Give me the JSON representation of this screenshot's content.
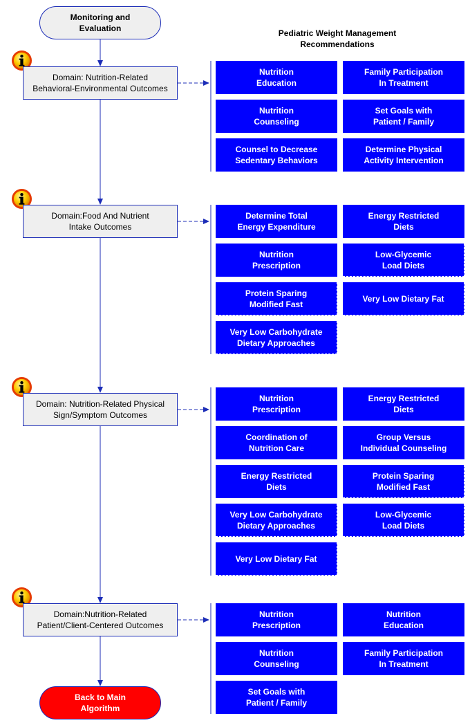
{
  "start_node": "Monitoring and\nEvaluation",
  "header": "Pediatric Weight Management\nRecommendations",
  "domains": [
    {
      "label": "Domain: Nutrition-Related\nBehavioral-Environmental Outcomes",
      "recommendations": [
        {
          "label": "Nutrition\nEducation",
          "dashed": false
        },
        {
          "label": "Family Participation\nIn Treatment",
          "dashed": false
        },
        {
          "label": "Nutrition\nCounseling",
          "dashed": false
        },
        {
          "label": "Set Goals with\nPatient / Family",
          "dashed": false
        },
        {
          "label": "Counsel  to Decrease\nSedentary Behaviors",
          "dashed": false
        },
        {
          "label": "Determine Physical\nActivity Intervention",
          "dashed": false
        }
      ]
    },
    {
      "label": "Domain:Food And Nutrient\nIntake Outcomes",
      "recommendations": [
        {
          "label": "Determine Total\nEnergy Expenditure",
          "dashed": false
        },
        {
          "label": "Energy Restricted\nDiets",
          "dashed": false
        },
        {
          "label": "Nutrition\nPrescription",
          "dashed": false
        },
        {
          "label": "Low-Glycemic\nLoad Diets",
          "dashed": true
        },
        {
          "label": "Protein Sparing\nModified Fast",
          "dashed": true
        },
        {
          "label": "Very Low Dietary Fat",
          "dashed": true
        },
        {
          "label": "Very Low Carbohydrate\nDietary Approaches",
          "dashed": true
        }
      ]
    },
    {
      "label": "Domain: Nutrition-Related Physical\nSign/Symptom Outcomes",
      "recommendations": [
        {
          "label": "Nutrition\nPrescription",
          "dashed": false
        },
        {
          "label": "Energy Restricted\nDiets",
          "dashed": false
        },
        {
          "label": "Coordination of\nNutrition Care",
          "dashed": false
        },
        {
          "label": "Group Versus\nIndividual Counseling",
          "dashed": false
        },
        {
          "label": "Energy Restricted\nDiets",
          "dashed": false
        },
        {
          "label": "Protein Sparing\nModified Fast",
          "dashed": true
        },
        {
          "label": "Very Low Carbohydrate\nDietary Approaches",
          "dashed": true
        },
        {
          "label": "Low-Glycemic\nLoad Diets",
          "dashed": true
        },
        {
          "label": "Very Low Dietary Fat",
          "dashed": true
        }
      ]
    },
    {
      "label": "Domain:Nutrition-Related\nPatient/Client-Centered Outcomes",
      "recommendations": [
        {
          "label": "Nutrition\nPrescription",
          "dashed": false
        },
        {
          "label": "Nutrition\nEducation",
          "dashed": false
        },
        {
          "label": "Nutrition\nCounseling",
          "dashed": false
        },
        {
          "label": "Family Participation\nIn Treatment",
          "dashed": false
        },
        {
          "label": "Set Goals with\nPatient / Family",
          "dashed": false
        }
      ]
    }
  ],
  "end_node": "Back to Main\nAlgorithm",
  "colors": {
    "recommendation_fill": "#0000ff",
    "connector": "#1c2db7",
    "end_fill": "#ff0000",
    "node_fill": "#efefef"
  },
  "icons": {
    "info": "info-icon"
  }
}
